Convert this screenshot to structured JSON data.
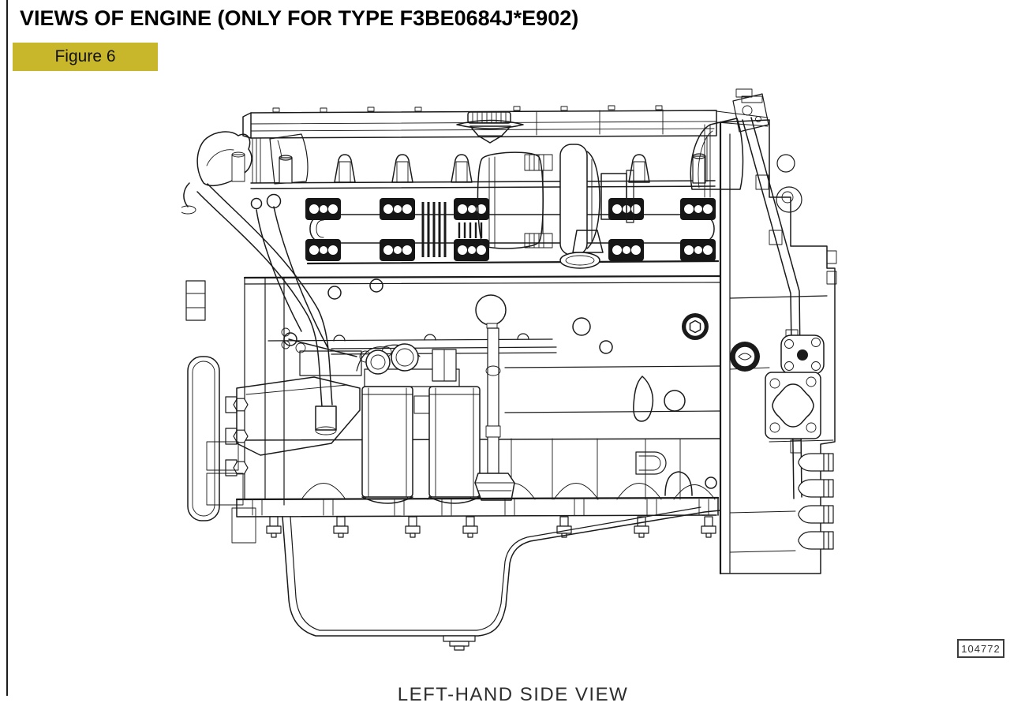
{
  "page": {
    "title": "VIEWS OF ENGINE (ONLY FOR TYPE F3BE0684J*E902)",
    "figure_label": "Figure 6",
    "image_code": "104772",
    "caption": "LEFT-HAND SIDE VIEW"
  },
  "figure": {
    "type": "technical-line-drawing",
    "subject": "left-hand side view of engine type F3BE0684J*E902"
  },
  "colors": {
    "figure_badge_bg": "#c8b62b",
    "line_color": "#1a1a1a",
    "background": "#ffffff"
  }
}
